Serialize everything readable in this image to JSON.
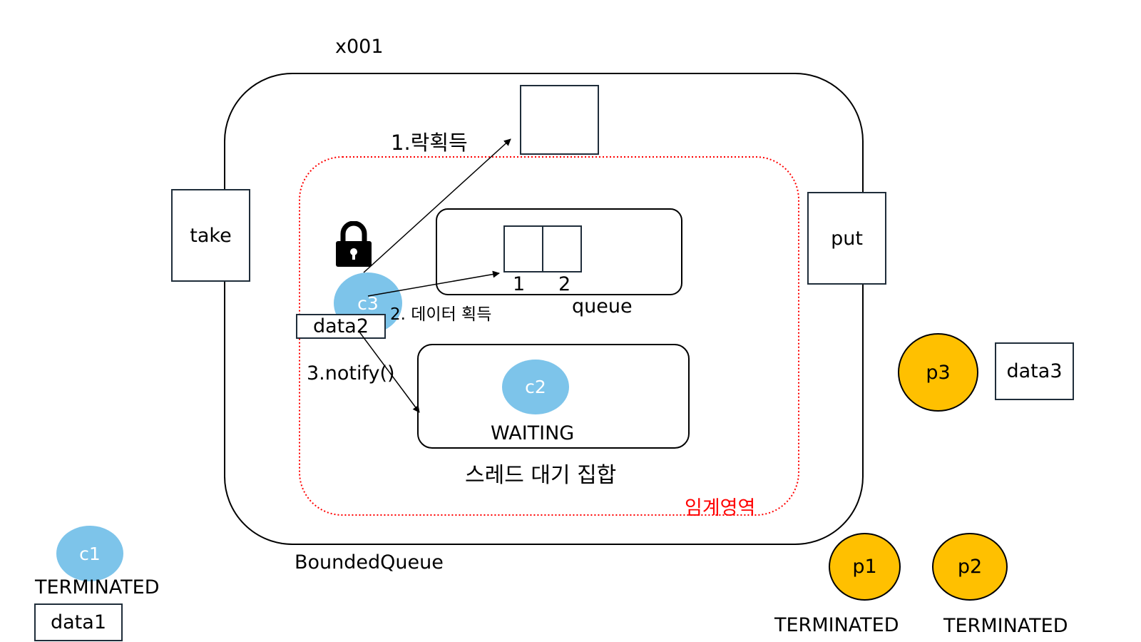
{
  "object_id": "x001",
  "container_label": "BoundedQueue",
  "methods": {
    "take": "take",
    "put": "put"
  },
  "critical_section_label": "임계영역",
  "queue": {
    "label": "queue",
    "slots": [
      "1",
      "2"
    ]
  },
  "wait_set": {
    "label": "스레드 대기 집합",
    "state": "WAITING",
    "thread": "c2"
  },
  "steps": {
    "lock": "1.락획득",
    "data": "2. 데이터 획득",
    "notify": "3.notify()"
  },
  "consumers": {
    "c3": {
      "name": "c3",
      "data": "data2"
    },
    "c1": {
      "name": "c1",
      "state": "TERMINATED",
      "data": "data1"
    }
  },
  "producers": {
    "p3": {
      "name": "p3",
      "data": "data3"
    },
    "p1": {
      "name": "p1",
      "state": "TERMINATED"
    },
    "p2": {
      "name": "p2",
      "state": "TERMINATED"
    }
  },
  "colors": {
    "consumer": "#7dc4ea",
    "producer": "#ffc000",
    "critical": "#ff0000",
    "border": "#1f2d3a"
  },
  "icons": {
    "lock": "lock-icon"
  }
}
